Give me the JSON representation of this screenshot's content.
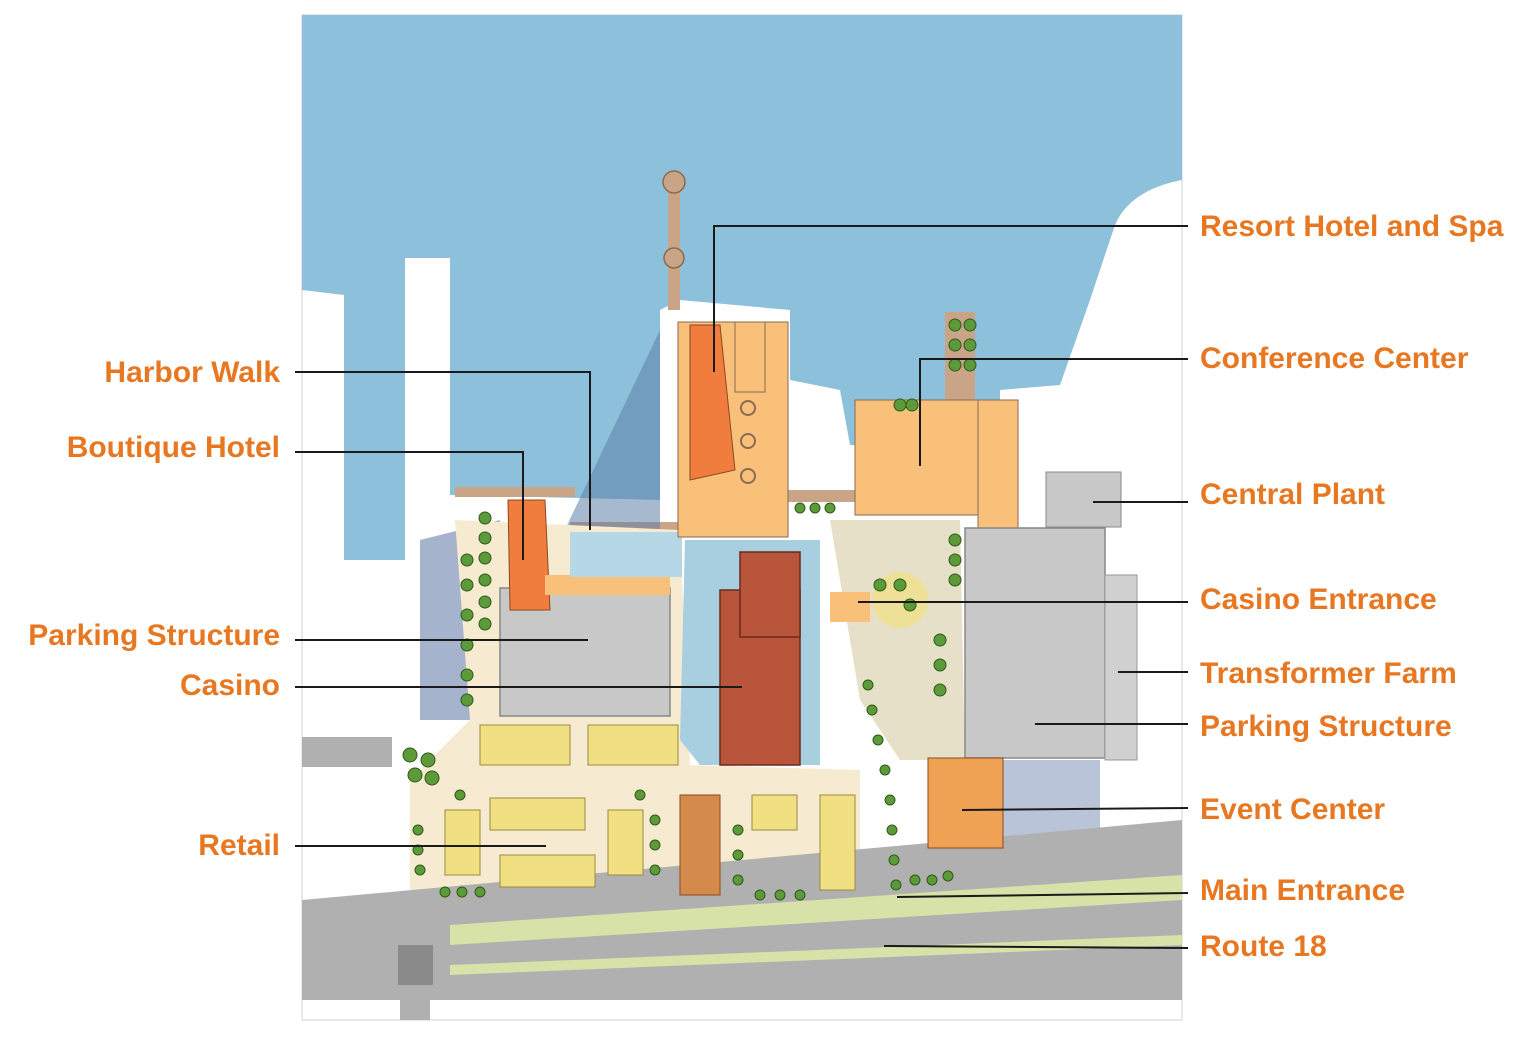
{
  "labels": {
    "left": {
      "harbor_walk": "Harbor Walk",
      "boutique_hotel": "Boutique Hotel",
      "parking_structure": "Parking Structure",
      "casino": "Casino",
      "retail": "Retail"
    },
    "right": {
      "resort_hotel": "Resort Hotel and Spa",
      "conference_center": "Conference Center",
      "central_plant": "Central Plant",
      "casino_entrance": "Casino Entrance",
      "transformer_farm": "Transformer Farm",
      "parking_structure": "Parking Structure",
      "event_center": "Event Center",
      "main_entrance": "Main Entrance",
      "route_18": "Route 18"
    }
  },
  "colors": {
    "label": "#e87722",
    "water": "#8dc1db",
    "building_tan": "#f9c07a",
    "building_orange": "#f07c3e",
    "building_yellow": "#f1e082",
    "casino_red": "#b9553a",
    "parking_gray": "#c8c8c8",
    "tree_green": "#5c9a3a",
    "road_gray": "#b0b0b0"
  }
}
